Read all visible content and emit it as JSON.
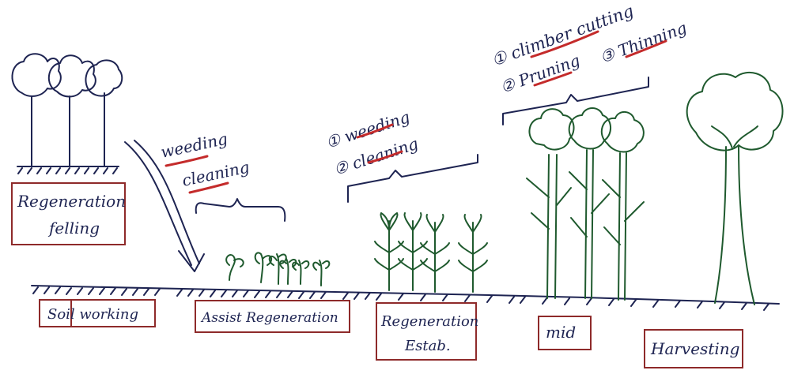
{
  "stage_boxes": {
    "regeneration_felling_line1": "Regeneration",
    "regeneration_felling_line2": "felling",
    "soil_working": "Soil working",
    "assist_regeneration": "Assist Regeneration",
    "regeneration_estab_line1": "Regeneration",
    "regeneration_estab_line2": "Estab.",
    "mid": "mid",
    "harvesting": "Harvesting"
  },
  "operations": {
    "assist_weeding": "weeding",
    "assist_cleaning": "cleaning",
    "estab_weeding": "① weeding",
    "estab_cleaning": "② cleaning",
    "mid_climber_cutting": "① climber cutting",
    "mid_pruning": "② Pruning",
    "mid_thinning": "③ Thinning"
  },
  "colors": {
    "ink": "#1e2452",
    "box_border": "#8e2a2a",
    "underline": "#c42b2b",
    "plants": "#1f5a2e"
  }
}
